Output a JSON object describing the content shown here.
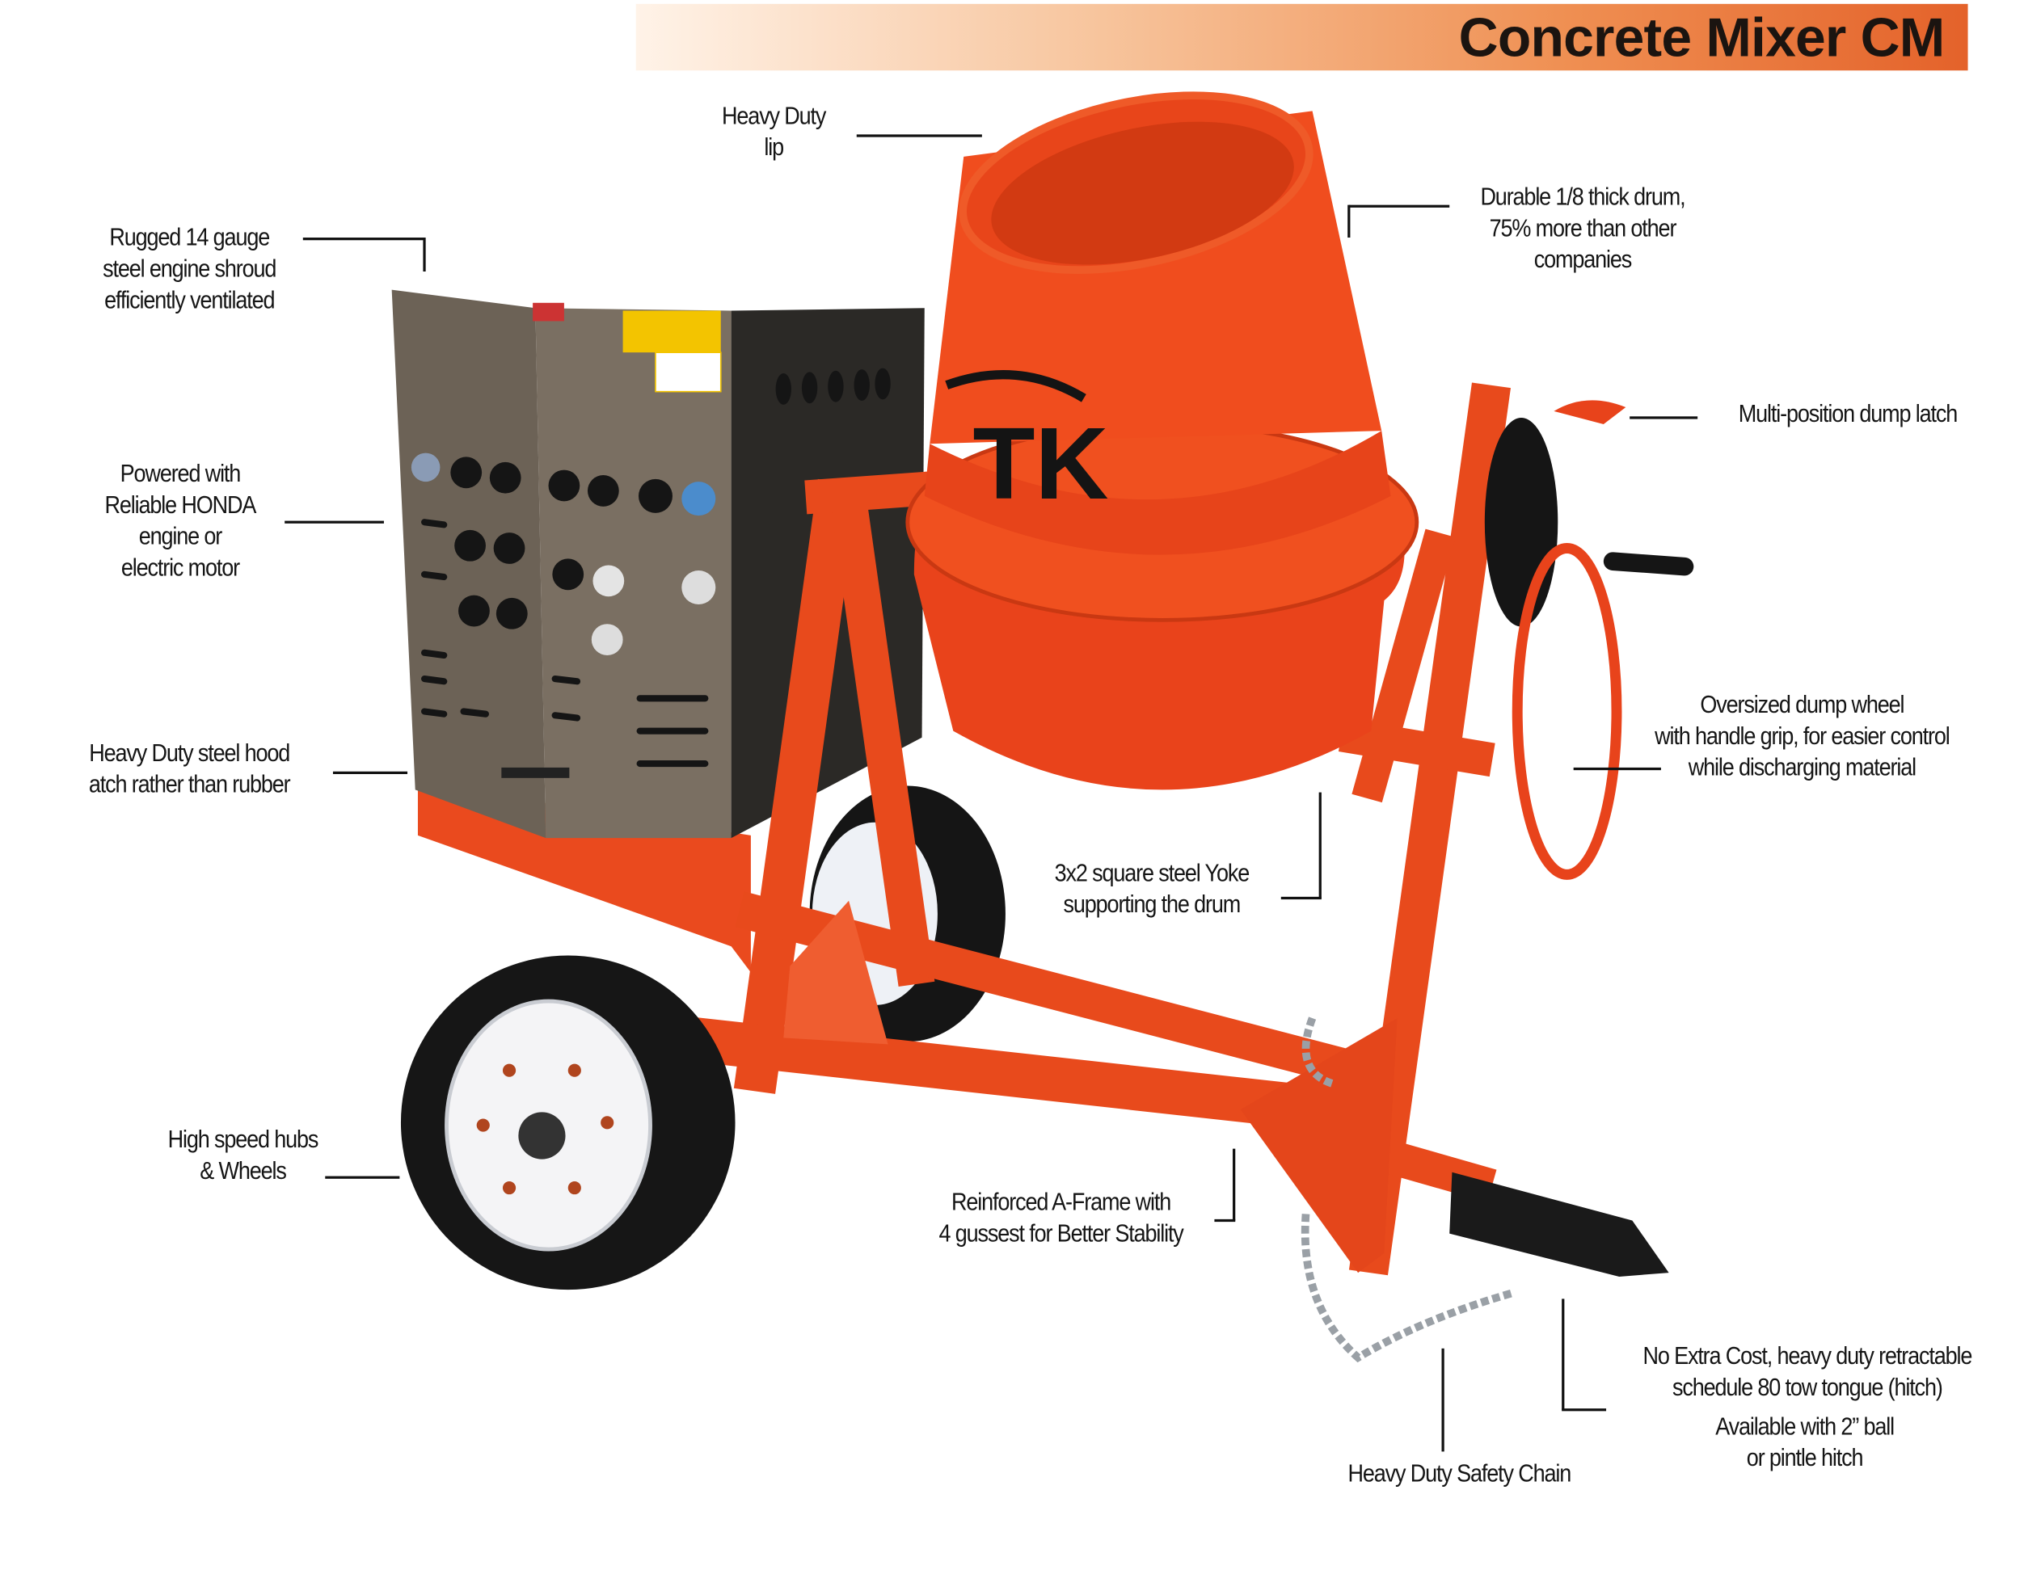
{
  "header": {
    "title": "Concrete Mixer CM"
  },
  "logo": {
    "text": "TK"
  },
  "callouts": {
    "lip": [
      "Heavy Duty",
      "lip"
    ],
    "drum": [
      "Durable 1/8 thick drum,",
      "75% more than other",
      "companies"
    ],
    "shroud": [
      "Rugged 14 gauge",
      "steel engine shroud",
      "efficiently ventilated"
    ],
    "latch": [
      "Multi-position dump latch"
    ],
    "engine": [
      "Powered with",
      "Reliable HONDA",
      "engine or",
      "electric motor"
    ],
    "dump_wheel": [
      "Oversized dump wheel",
      "with handle grip, for easier control",
      "while discharging material"
    ],
    "hood": [
      "Heavy Duty steel hood",
      "atch rather than rubber"
    ],
    "yoke": [
      "3x2 square steel Yoke",
      "supporting the drum"
    ],
    "wheels": [
      "High speed hubs",
      "& Wheels"
    ],
    "aframe": [
      "Reinforced  A-Frame with",
      "4 gussest  for Better Stability"
    ],
    "tongue": [
      "No Extra Cost, heavy duty retractable",
      "schedule 80 tow tongue (hitch)"
    ],
    "hitch_options": [
      "Available with 2” ball",
      "or pintle hitch"
    ],
    "chain": [
      "Heavy Duty Safety Chain"
    ]
  },
  "colors": {
    "accent": "#e8421c",
    "banner_end": "#e4622a",
    "text": "#151515"
  }
}
